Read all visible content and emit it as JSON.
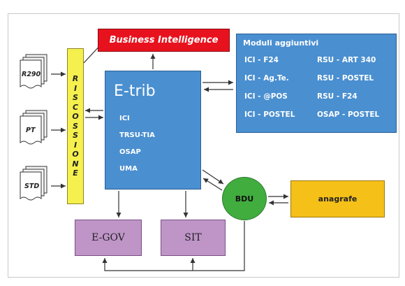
{
  "business_intelligence": "Business Intelligence",
  "riscossione": [
    "R",
    "I",
    "S",
    "C",
    "O",
    "S",
    "S",
    "I",
    "O",
    "N",
    "E"
  ],
  "documents": [
    "R290",
    "PT",
    "STD"
  ],
  "etrib": {
    "title": "E-trib",
    "items": [
      "ICI",
      "TRSU-TIA",
      "OSAP",
      "UMA"
    ]
  },
  "moduli": {
    "title": "Moduli aggiuntivi",
    "rows": [
      [
        "ICI - F24",
        "RSU - ART 340"
      ],
      [
        "ICI - Ag.Te.",
        "RSU - POSTEL"
      ],
      [
        "ICI - @POS",
        "RSU - F24"
      ],
      [
        "ICI - POSTEL",
        "OSAP - POSTEL"
      ]
    ]
  },
  "egov": "E-GOV",
  "sit": "SIT",
  "bdu": "BDU",
  "anagrafe": "anagrafe",
  "colors": {
    "business_intelligence": "#e8121e",
    "riscossione": "#f5f04e",
    "etrib": "#4a8fd0",
    "moduli": "#4a8fd0",
    "egov_sit": "#bf95c8",
    "bdu": "#42ad3f",
    "anagrafe": "#f5c018"
  }
}
